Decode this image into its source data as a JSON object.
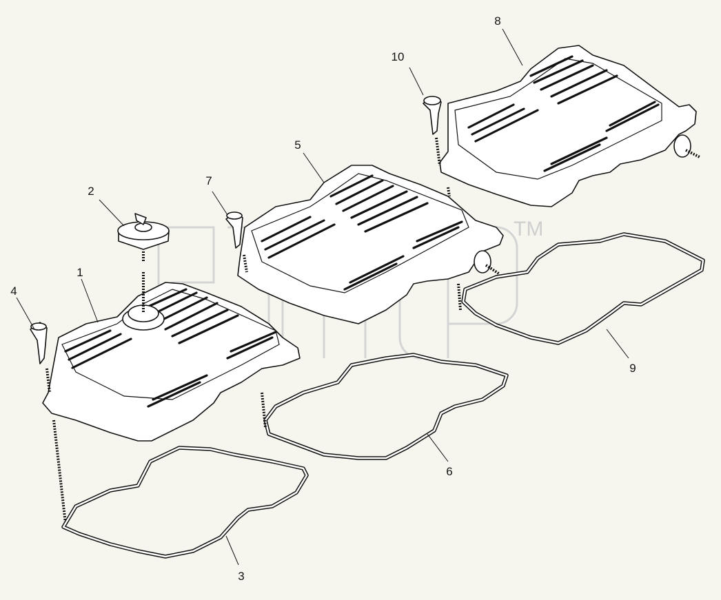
{
  "callouts": [
    {
      "id": "1",
      "text": "1"
    },
    {
      "id": "2",
      "text": "2"
    },
    {
      "id": "3",
      "text": "3"
    },
    {
      "id": "4",
      "text": "4"
    },
    {
      "id": "5",
      "text": "5"
    },
    {
      "id": "6",
      "text": "6"
    },
    {
      "id": "7",
      "text": "7"
    },
    {
      "id": "8",
      "text": "8"
    },
    {
      "id": "9",
      "text": "9"
    },
    {
      "id": "10",
      "text": "10"
    }
  ],
  "watermark": {
    "trademark": "TM"
  }
}
